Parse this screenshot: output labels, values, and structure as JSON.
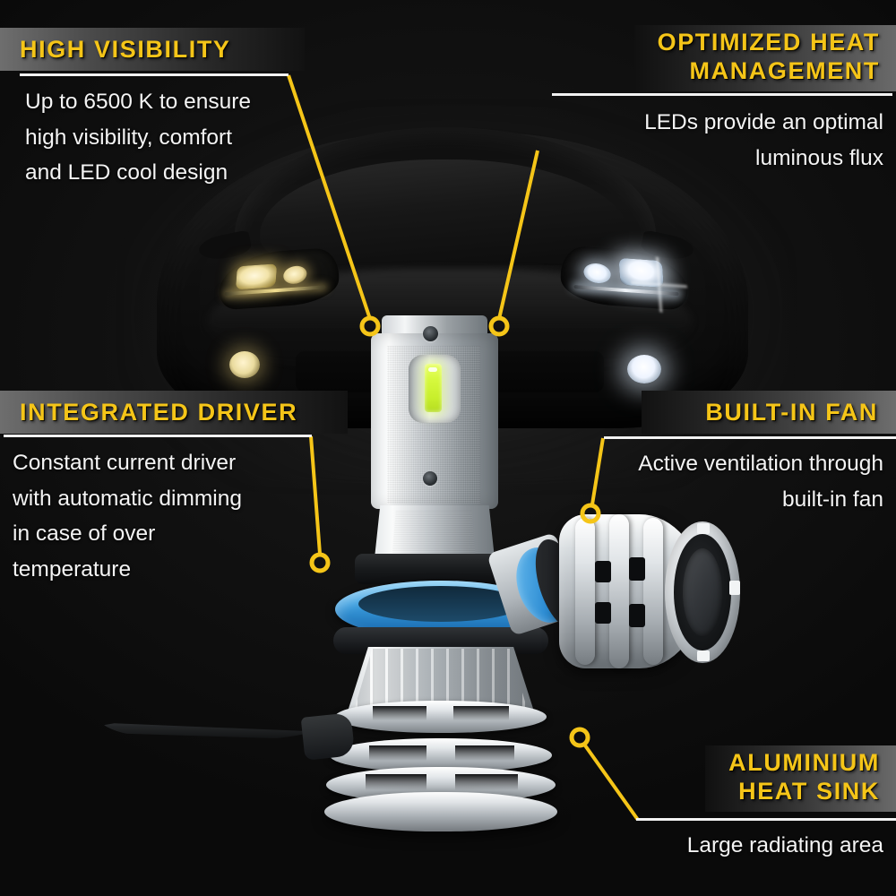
{
  "image": {
    "subject": "automotive LED headlight bulb product infographic",
    "background_color": "#0b0b0b",
    "accent_color": "#f5c518",
    "text_color": "#f4f4f4",
    "banner_gradient_light": "#6e6e6e",
    "banner_gradient_dark": "#121212"
  },
  "callouts": [
    {
      "id": "high-visibility",
      "title": "HIGH VISIBILITY",
      "title_lines": [
        "HIGH VISIBILITY"
      ],
      "body_lines": [
        "Up to 6500 K to ensure",
        "high visibility, comfort",
        "and LED cool design"
      ],
      "body_align": "left",
      "anchor_label": "LED chip / light source",
      "position": "top-left"
    },
    {
      "id": "optimized-heat-management",
      "title": "OPTIMIZED HEAT MANAGEMENT",
      "title_lines": [
        "OPTIMIZED HEAT",
        "MANAGEMENT"
      ],
      "body_lines": [
        "LEDs provide an optimal",
        "luminous flux"
      ],
      "body_align": "right",
      "anchor_label": "bulb upper body",
      "position": "top-right"
    },
    {
      "id": "integrated-driver",
      "title": "INTEGRATED DRIVER",
      "title_lines": [
        "INTEGRATED DRIVER"
      ],
      "body_lines": [
        "Constant current driver",
        "with automatic dimming",
        "in case of over",
        "temperature"
      ],
      "body_align": "left",
      "anchor_label": "driver housing",
      "position": "mid-left"
    },
    {
      "id": "built-in-fan",
      "title": "BUILT-IN FAN",
      "title_lines": [
        "BUILT-IN FAN"
      ],
      "body_lines": [
        "Active ventilation through",
        "built-in fan"
      ],
      "body_align": "right",
      "anchor_label": "cooling fan housing",
      "position": "mid-right"
    },
    {
      "id": "aluminium-heat-sink",
      "title": "ALUMINIUM HEAT SINK",
      "title_lines": [
        "ALUMINIUM",
        "HEAT SINK"
      ],
      "body_lines": [
        "Large radiating area"
      ],
      "body_align": "center",
      "anchor_label": "finned heat sink",
      "position": "bottom-right"
    }
  ],
  "product": {
    "name": "LED headlight bulb",
    "parts": [
      {
        "name": "COB LED chip",
        "color": "#d7f93f"
      },
      {
        "name": "aluminium body",
        "color": "#c6cbcf"
      },
      {
        "name": "blue silicone o-ring",
        "color": "#3c9fe0"
      },
      {
        "name": "black collar",
        "color": "#1b1d20"
      },
      {
        "name": "finned heat sink",
        "color": "#dfe3e6"
      },
      {
        "name": "power cable",
        "color": "#232527"
      },
      {
        "name": "cooling fan hub",
        "color": "#33363a"
      }
    ]
  },
  "scene": {
    "vehicle": "dark car front view",
    "left_headlight": {
      "name": "halogen headlight",
      "tone": "warm yellow",
      "color": "#f2e3a8"
    },
    "right_headlight": {
      "name": "LED headlight",
      "tone": "cool white",
      "color": "#f2f7ff"
    }
  }
}
